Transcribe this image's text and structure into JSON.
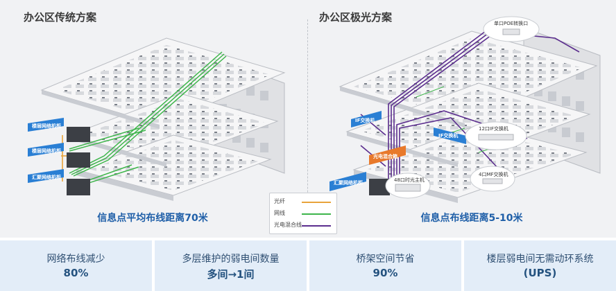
{
  "left_title": "办公区传统方案",
  "right_title": "办公区极光方案",
  "left_caption": "信息点平均布线距离70米",
  "right_caption": "信息点布线距离5-10米",
  "left_labels": {
    "floor_switch_1": "楼层网络机柜",
    "floor_switch_2": "楼层网络机柜",
    "core_switch": "汇聚网络机柜"
  },
  "right_labels": {
    "poe_port": "单口POE转换口",
    "if_switch_top": "IF交换机",
    "if_switch_mid": "IF交换机",
    "if_switch_12": "12口IF交换机",
    "hybrid_box": "光电混合箱",
    "if_switch_4": "4口MF交换机",
    "core_switch": "汇聚网络机柜",
    "main_unit_48": "48口时光主机"
  },
  "legend": {
    "fiber": "光纤",
    "network": "网线",
    "hybrid": "光电混合线"
  },
  "colors": {
    "fiber": "#e8a33a",
    "network": "#3db54a",
    "hybrid": "#5b2d8e",
    "accent_blue": "#2a7fd4",
    "accent_orange": "#e8792b"
  },
  "stats": [
    {
      "label": "网络布线减少",
      "value": "80%"
    },
    {
      "label": "多层维护的弱电间数量",
      "value": "多间→1间"
    },
    {
      "label": "桥架空间节省",
      "value": "90%"
    },
    {
      "label": "楼层弱电间无需动环系统",
      "value": "(UPS)"
    }
  ]
}
